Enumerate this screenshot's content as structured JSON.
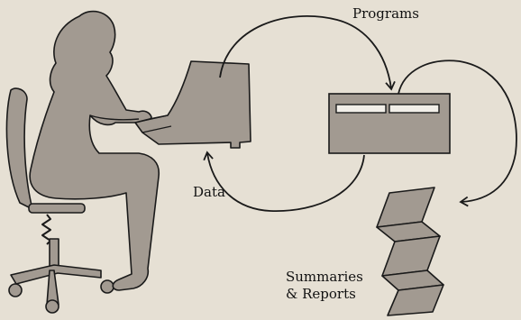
{
  "labels": {
    "programs": "Programs",
    "data": "Data",
    "summaries": "Summaries",
    "reports": "& Reports"
  },
  "colors": {
    "background": "#e6e0d4",
    "figure_fill": "#a29a91",
    "outline": "#1a1a1a",
    "slot_fill": "#f1eee8"
  },
  "icons": [
    "person-at-terminal-icon",
    "office-chair-icon",
    "computer-terminal-icon",
    "processor-unit-icon",
    "stacked-reports-icon"
  ]
}
